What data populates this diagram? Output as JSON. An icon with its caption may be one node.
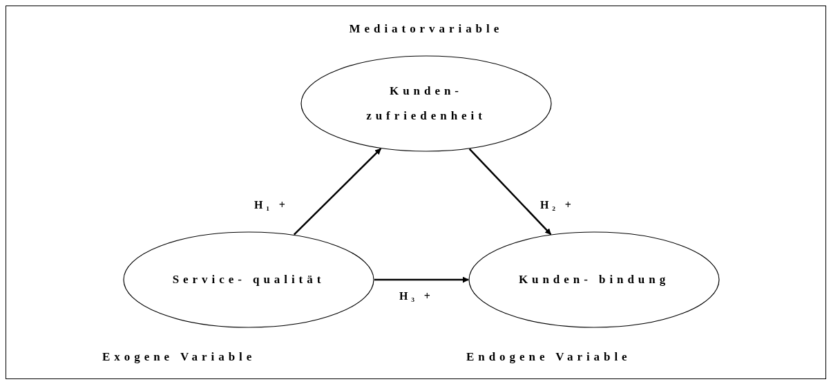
{
  "diagram": {
    "nodes": [
      {
        "text": [
          "Kunden- zufriedenheit"
        ],
        "beside": [
          "Mediatorvariable"
        ]
      },
      {
        "text": [
          "Service- qualität"
        ],
        "beside": [
          "Exogene Variable"
        ]
      },
      {
        "text": [
          "Kunden- bindung"
        ],
        "beside": [
          "Endogene Variable"
        ]
      }
    ],
    "edges": [
      {
        "from": 1,
        "to": 0,
        "arrow": "to",
        "label": "H₁ +"
      },
      {
        "from": 0,
        "to": 2,
        "arrow": "to",
        "label": "H₂ +"
      },
      {
        "from": 1,
        "to": 2,
        "arrow": "to",
        "label": "H₃ +"
      }
    ]
  }
}
